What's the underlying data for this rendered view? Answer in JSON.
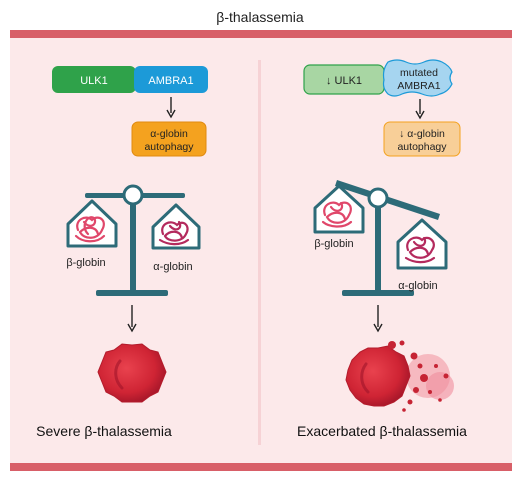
{
  "title": "β-thalassemia",
  "left": {
    "ulk1_label": "ULK1",
    "ambra1_label": "AMBRA1",
    "autophagy_line1": "α-globin",
    "autophagy_line2": "autophagy",
    "beta_globin_label": "β-globin",
    "alpha_globin_label": "α-globin",
    "outcome_label": "Severe β-thalassemia"
  },
  "right": {
    "ulk1_label": "↓ ULK1",
    "ambra1_line1": "mutated",
    "ambra1_line2": "AMBRA1",
    "autophagy_line1": "↓ α-globin",
    "autophagy_line2": "autophagy",
    "beta_globin_label": "β-globin",
    "alpha_globin_label": "α-globin",
    "outcome_label": "Exacerbated β-thalassemia"
  },
  "colors": {
    "panel_bg": "#fce9ea",
    "band": "#d85f68",
    "ulk1": "#2fa24a",
    "ulk1_faded": "#a8d6a3",
    "ambra1": "#1c9ad8",
    "ambra1_faded": "#a6d5f0",
    "autophagy": "#f4a21f",
    "autophagy_faded": "#f8cf98",
    "scale": "#2d6b78",
    "protein": "#e0476a",
    "rbc": "#d42a38"
  }
}
